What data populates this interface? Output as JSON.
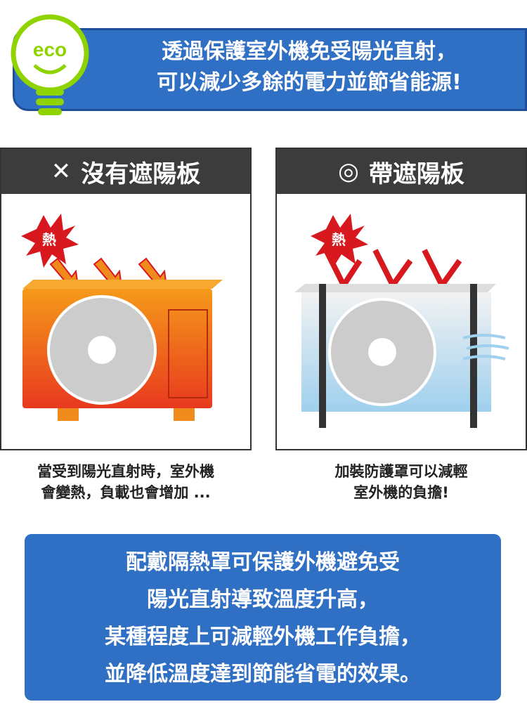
{
  "banner": {
    "logo": "eco",
    "lines": [
      "透過保護室外機免受陽光直射，",
      "可以減少多餘的電力並節省能源!"
    ]
  },
  "left_panel": {
    "icon": "cross-icon",
    "symbol": "✕",
    "title": "沒有遮陽板",
    "heat_label": "熱",
    "caption": [
      "當受到陽光直射時，室外機",
      "會變熱，負載也會增加 ..."
    ]
  },
  "right_panel": {
    "icon": "double-circle-icon",
    "symbol": "◎",
    "title": "帶遮陽板",
    "heat_label": "熱",
    "caption": [
      "加裝防護罩可以減輕",
      "室外機的負擔!"
    ]
  },
  "bottom": {
    "lines": [
      "配戴隔熱罩可保護外機避免受",
      "陽光直射導致溫度升高，",
      "某種程度上可減輕外機工作負擔，",
      "並降低溫度達到節能省電的效果。"
    ]
  },
  "colors": {
    "blue": "#2f6fc4",
    "dark": "#3c3c3c",
    "hot": "#f08a1c",
    "eco": "#8fd400"
  }
}
